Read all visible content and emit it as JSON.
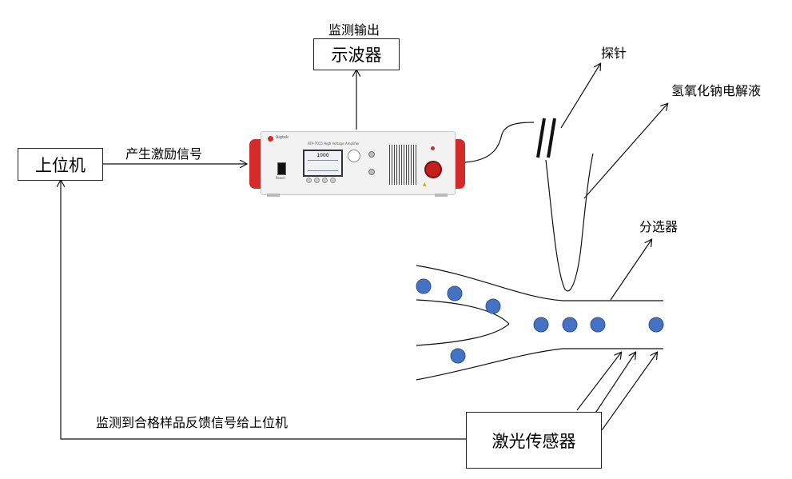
{
  "nodes": {
    "host_pc": "上位机",
    "oscilloscope": "示波器",
    "laser_sensor": "激光传感器"
  },
  "labels": {
    "monitor_output": "监测输出",
    "excitation_signal": "产生激励信号",
    "probe": "探针",
    "electrolyte": "氢氧化钠电解液",
    "sorter": "分选器",
    "feedback": "监测到合格样品反馈信号给上位机"
  },
  "amplifier": {
    "brand": "Aigtek",
    "model": "ATA-7015 High Voltage Amplifier",
    "display_value": "1000",
    "power_label": "Power"
  }
}
